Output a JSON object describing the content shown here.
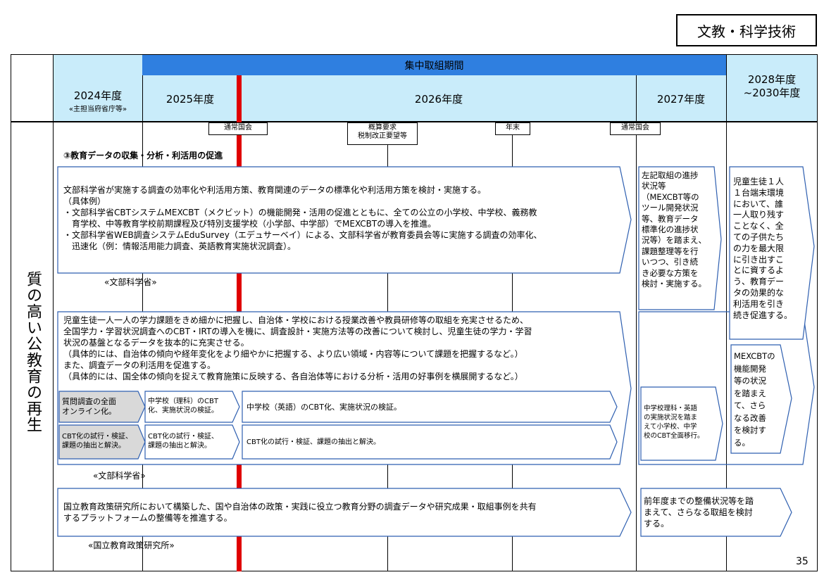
{
  "category": "文教・科学技術",
  "header": {
    "focus_period": "集中取組期間",
    "fy2024": "2024年度",
    "fy2024_sub": "«主担当府省庁等»",
    "fy2025": "2025年度",
    "fy2026": "2026年度",
    "fy2027": "2027年度",
    "fy2028": "2028年度\n~2030年度"
  },
  "left_label": "質の高い公教育の再生",
  "events": {
    "ordinary_diet_1": "通常国会",
    "budget": "概算要求\n税制改正要望等",
    "year_end": "年末",
    "ordinary_diet_2": "通常国会"
  },
  "section_title": "③教育データの収集・分析・利活用の促進",
  "block1": {
    "text": "文部科学省が実施する調査の効率化や利活用方策、教育関連のデータの標準化や利活用方策を検討・実施する。\n（具体例）\n・文部科学省CBTシステムMEXCBT（メクビット）の機能開発・活用の促進とともに、全ての公立の小学校、中学校、義務教\n　育学校、中等教育学校前期課程及び特別支援学校（小学部、中学部）でMEXCBTの導入を推進。\n・文部科学省WEB調査システムEduSurvey（エデュサーベイ）による、文部科学省が教育委員会等に実施する調査の効率化、\n　迅速化（例：情報活用能力調査、英語教育実施状況調査）。",
    "owner": "«文部科学省»"
  },
  "block2": {
    "text": "児童生徒一人一人の学力課題をきめ細かに把握し、自治体・学校における授業改善や教員研修等の取組を充実させるため、\n全国学力・学習状況調査へのCBT・IRTの導入を機に、調査設計・実施方法等の改善について検討し、児童生徒の学力・学習\n状況の基盤となるデータを抜本的に充実させる。\n（具体的には、自治体の傾向や経年変化をより細やかに把握する、より広い領域・内容等について課題を把握するなど。）\nまた、調査データの利活用を促進する。\n（具体的には、国全体の傾向を捉えて教育施策に反映する、各自治体等における分析・活用の好事例を横展開するなど。）",
    "row1_a": "質問調査の全面\nオンライン化。",
    "row1_b": "中学校（理科）のCBT\n化、実施状況の検証。",
    "row1_c": "中学校（英語）のCBT化、実施状況の検証。",
    "row2_a": "CBT化の試行・検証、\n課題の抽出と解決。",
    "row2_b": "CBT化の試行・検証、\n課題の抽出と解決。",
    "row2_c": "CBT化の試行・検証、課題の抽出と解決。",
    "fy2027_note": "中学校理科・英語\nの実施状況を踏ま\nえて小学校、中学\n校のCBT全面移行。",
    "owner": "«文部科学省»"
  },
  "block3": {
    "text": "国立教育政策研究所において構築した、国や自治体の政策・実践に役立つ教育分野の調査データや研究成果・取組事例を共有\nするプラットフォームの整備等を推進する。",
    "fy2027_note": "前年度までの整備状況等を踏\nまえて、さらなる取組を検討\nする。",
    "owner": "«国立教育政策研究所»"
  },
  "fy2027_note_top": "左記取組の進捗\n状況等\n（MEXCBT等の\nツール開発状況\n等、教育データ\n標準化の進捗状\n況等）を踏まえ、\n課題整理等を行\nいつつ、引き続\nき必要な方策を\n検討・実施する。",
  "fy2028_note_top": "児童生徒１人\n１台端末環境\nにおいて、誰\n一人取り残す\nことなく、全\nての子供たち\nの力を最大限\nに引き出すこ\nとに資するよ\nう、教育デー\nタの効果的な\n利活用を引き\n続き促進する。",
  "fy2028_note_bottom": "MEXCBTの\n機能開発\n等の状況\nを踏まえ\nて、さら\nなる改善\nを検討す\nる。",
  "page_number": "35",
  "colors": {
    "header_light": "#c9ecfa",
    "header_dark": "#2f7fe0",
    "arrow_border": "#2e5fb0",
    "red_line": "#e00000",
    "gray_box": "#d9d9d9"
  }
}
